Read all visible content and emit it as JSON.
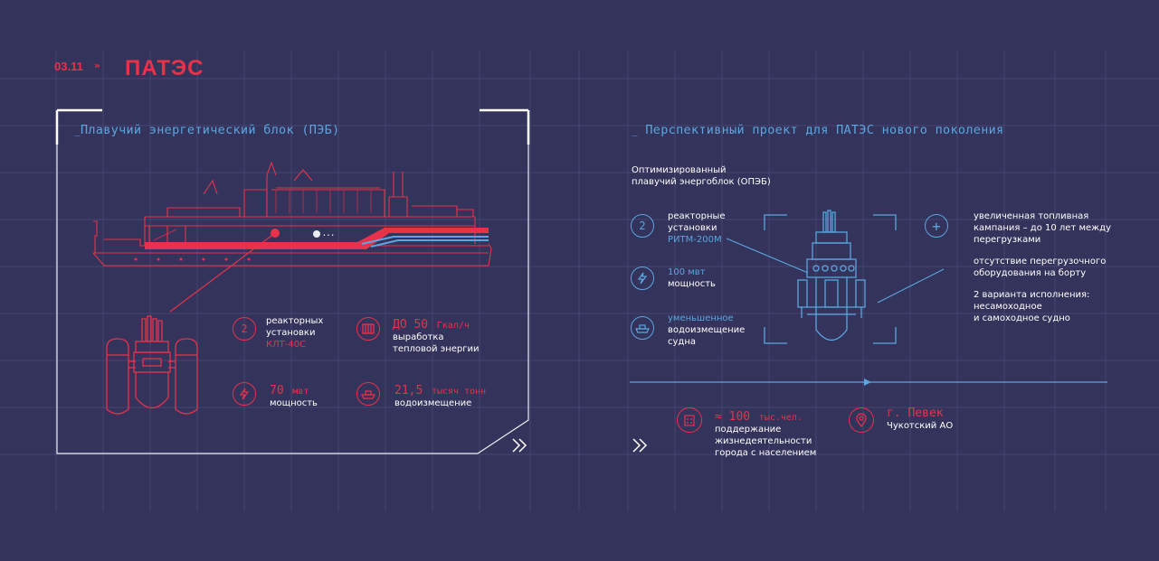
{
  "header": {
    "number": "03.11",
    "arrows": "»",
    "title": "ПАТЭС"
  },
  "left": {
    "title": "Плавучий энергетический блок (ПЭБ)",
    "stats": {
      "reactors": {
        "icon": "2",
        "label1": "реакторных",
        "label2": "установки",
        "model": "КЛТ-40С"
      },
      "heat": {
        "value": "ДО 50",
        "unit": "Гкал/ч",
        "label1": "выработка",
        "label2": "тепловой энергии"
      },
      "power": {
        "value": "70",
        "unit": "мвт",
        "label": "мощность"
      },
      "displacement": {
        "value": "21,5",
        "unit": "тысяч тонн",
        "label": "водоизмещение"
      }
    }
  },
  "right": {
    "title": "Перспективный проект для ПАТЭС нового поколения",
    "subtitle1": "Оптимизированный",
    "subtitle2": "плавучий энергоблок (ОПЭБ)",
    "stats": {
      "reactors": {
        "icon": "2",
        "label1": "реакторные",
        "label2": "установки",
        "model": "РИТМ-200М"
      },
      "power": {
        "value": "100 мвт",
        "label": "мощность"
      },
      "displacement": {
        "label1": "уменьшенное",
        "label2": "водоизмещение",
        "label3": "судна"
      }
    },
    "features": {
      "f1": [
        "увеличенная топливная",
        "кампания – до 10 лет между",
        "перегрузками"
      ],
      "f2": [
        "отсутствие перегрузочного",
        "оборудования на борту"
      ],
      "f3": [
        "2 варианта исполнения:",
        "несамоходное",
        "и самоходное судно"
      ]
    },
    "population": {
      "value": "≈ 100",
      "unit": "тыс.чел.",
      "label1": "поддержание",
      "label2": "жизнедеятельности",
      "label3": "города с населением"
    },
    "location": {
      "value": "г. Певек",
      "label": "Чукотский АО"
    }
  },
  "colors": {
    "bg": "#34335b",
    "red": "#e8324a",
    "blue": "#5aa6e0",
    "grid": "#4a4a74",
    "white": "#ffffff"
  },
  "icons": [
    "number-icon",
    "radiator-icon",
    "lightning-icon",
    "ship-icon",
    "plus-icon",
    "building-icon",
    "location-pin-icon",
    "double-chevron-icon"
  ]
}
